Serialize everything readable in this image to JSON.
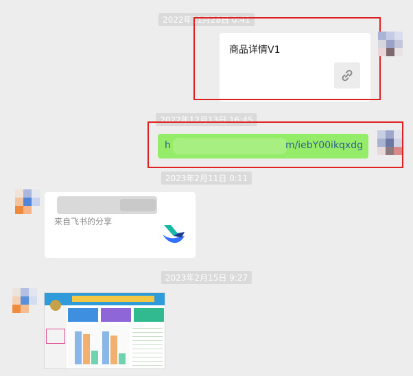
{
  "messages": [
    {
      "timestamp": "2022年11月28日 0:41",
      "title": "商品详情V1"
    },
    {
      "timestamp": "2022年12月13日 16:45",
      "link_text_start": "h",
      "link_text_end": "m/iebY00ikqxdg"
    },
    {
      "timestamp": "2023年2月11日 0:11",
      "subtitle": "来自飞书的分享"
    },
    {
      "timestamp": "2023年2月15日 9:27"
    }
  ],
  "colors": {
    "background": "#ededed",
    "bubble_green": "#95ec69",
    "card_white": "#ffffff",
    "annotation_red": "#e02020",
    "timestamp_bg": "#dadada",
    "feishu_teal": "#19b8a4",
    "feishu_blue": "#3370ff"
  },
  "icons": [
    "link-icon",
    "feishu-logo-icon"
  ]
}
